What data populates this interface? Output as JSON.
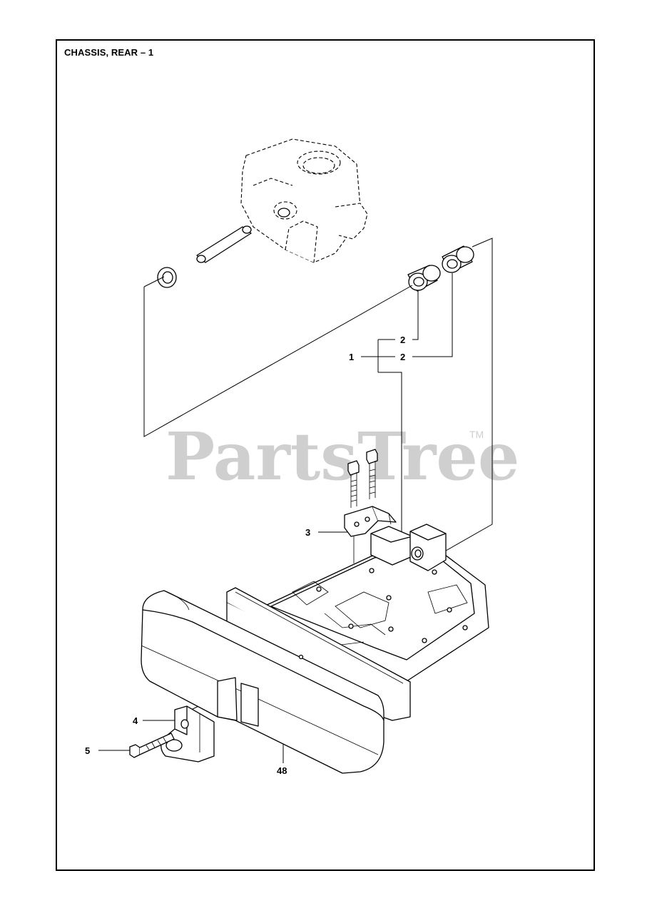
{
  "title": "CHASSIS, REAR – 1",
  "watermark": {
    "text": "PartsTree",
    "trademark": "TM"
  },
  "callouts": {
    "c1": "1",
    "c2a": "2",
    "c2b": "2",
    "c3": "3",
    "c4": "4",
    "c5": "5",
    "c48": "48"
  }
}
